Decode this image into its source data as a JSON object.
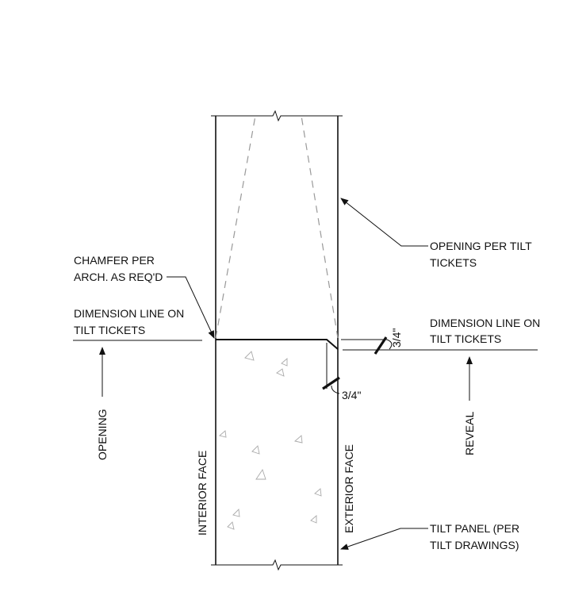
{
  "labels": {
    "chamfer_line1": "CHAMFER PER",
    "chamfer_line2": "ARCH. AS REQ'D",
    "dim_left_line1": "DIMENSION LINE ON",
    "dim_left_line2": "TILT TICKETS",
    "opening_per_line1": "OPENING PER TILT",
    "opening_per_line2": "TICKETS",
    "dim_right_line1": "DIMENSION LINE ON",
    "dim_right_line2": "TILT TICKETS",
    "reveal_dim_top": "3/4\"",
    "reveal_dim_bottom": "3/4\"",
    "opening": "OPENING",
    "reveal": "REVEAL",
    "interior_face": "INTERIOR FACE",
    "exterior_face": "EXTERIOR FACE",
    "tilt_panel_line1": "TILT PANEL (PER",
    "tilt_panel_line2": "TILT DRAWINGS)"
  }
}
